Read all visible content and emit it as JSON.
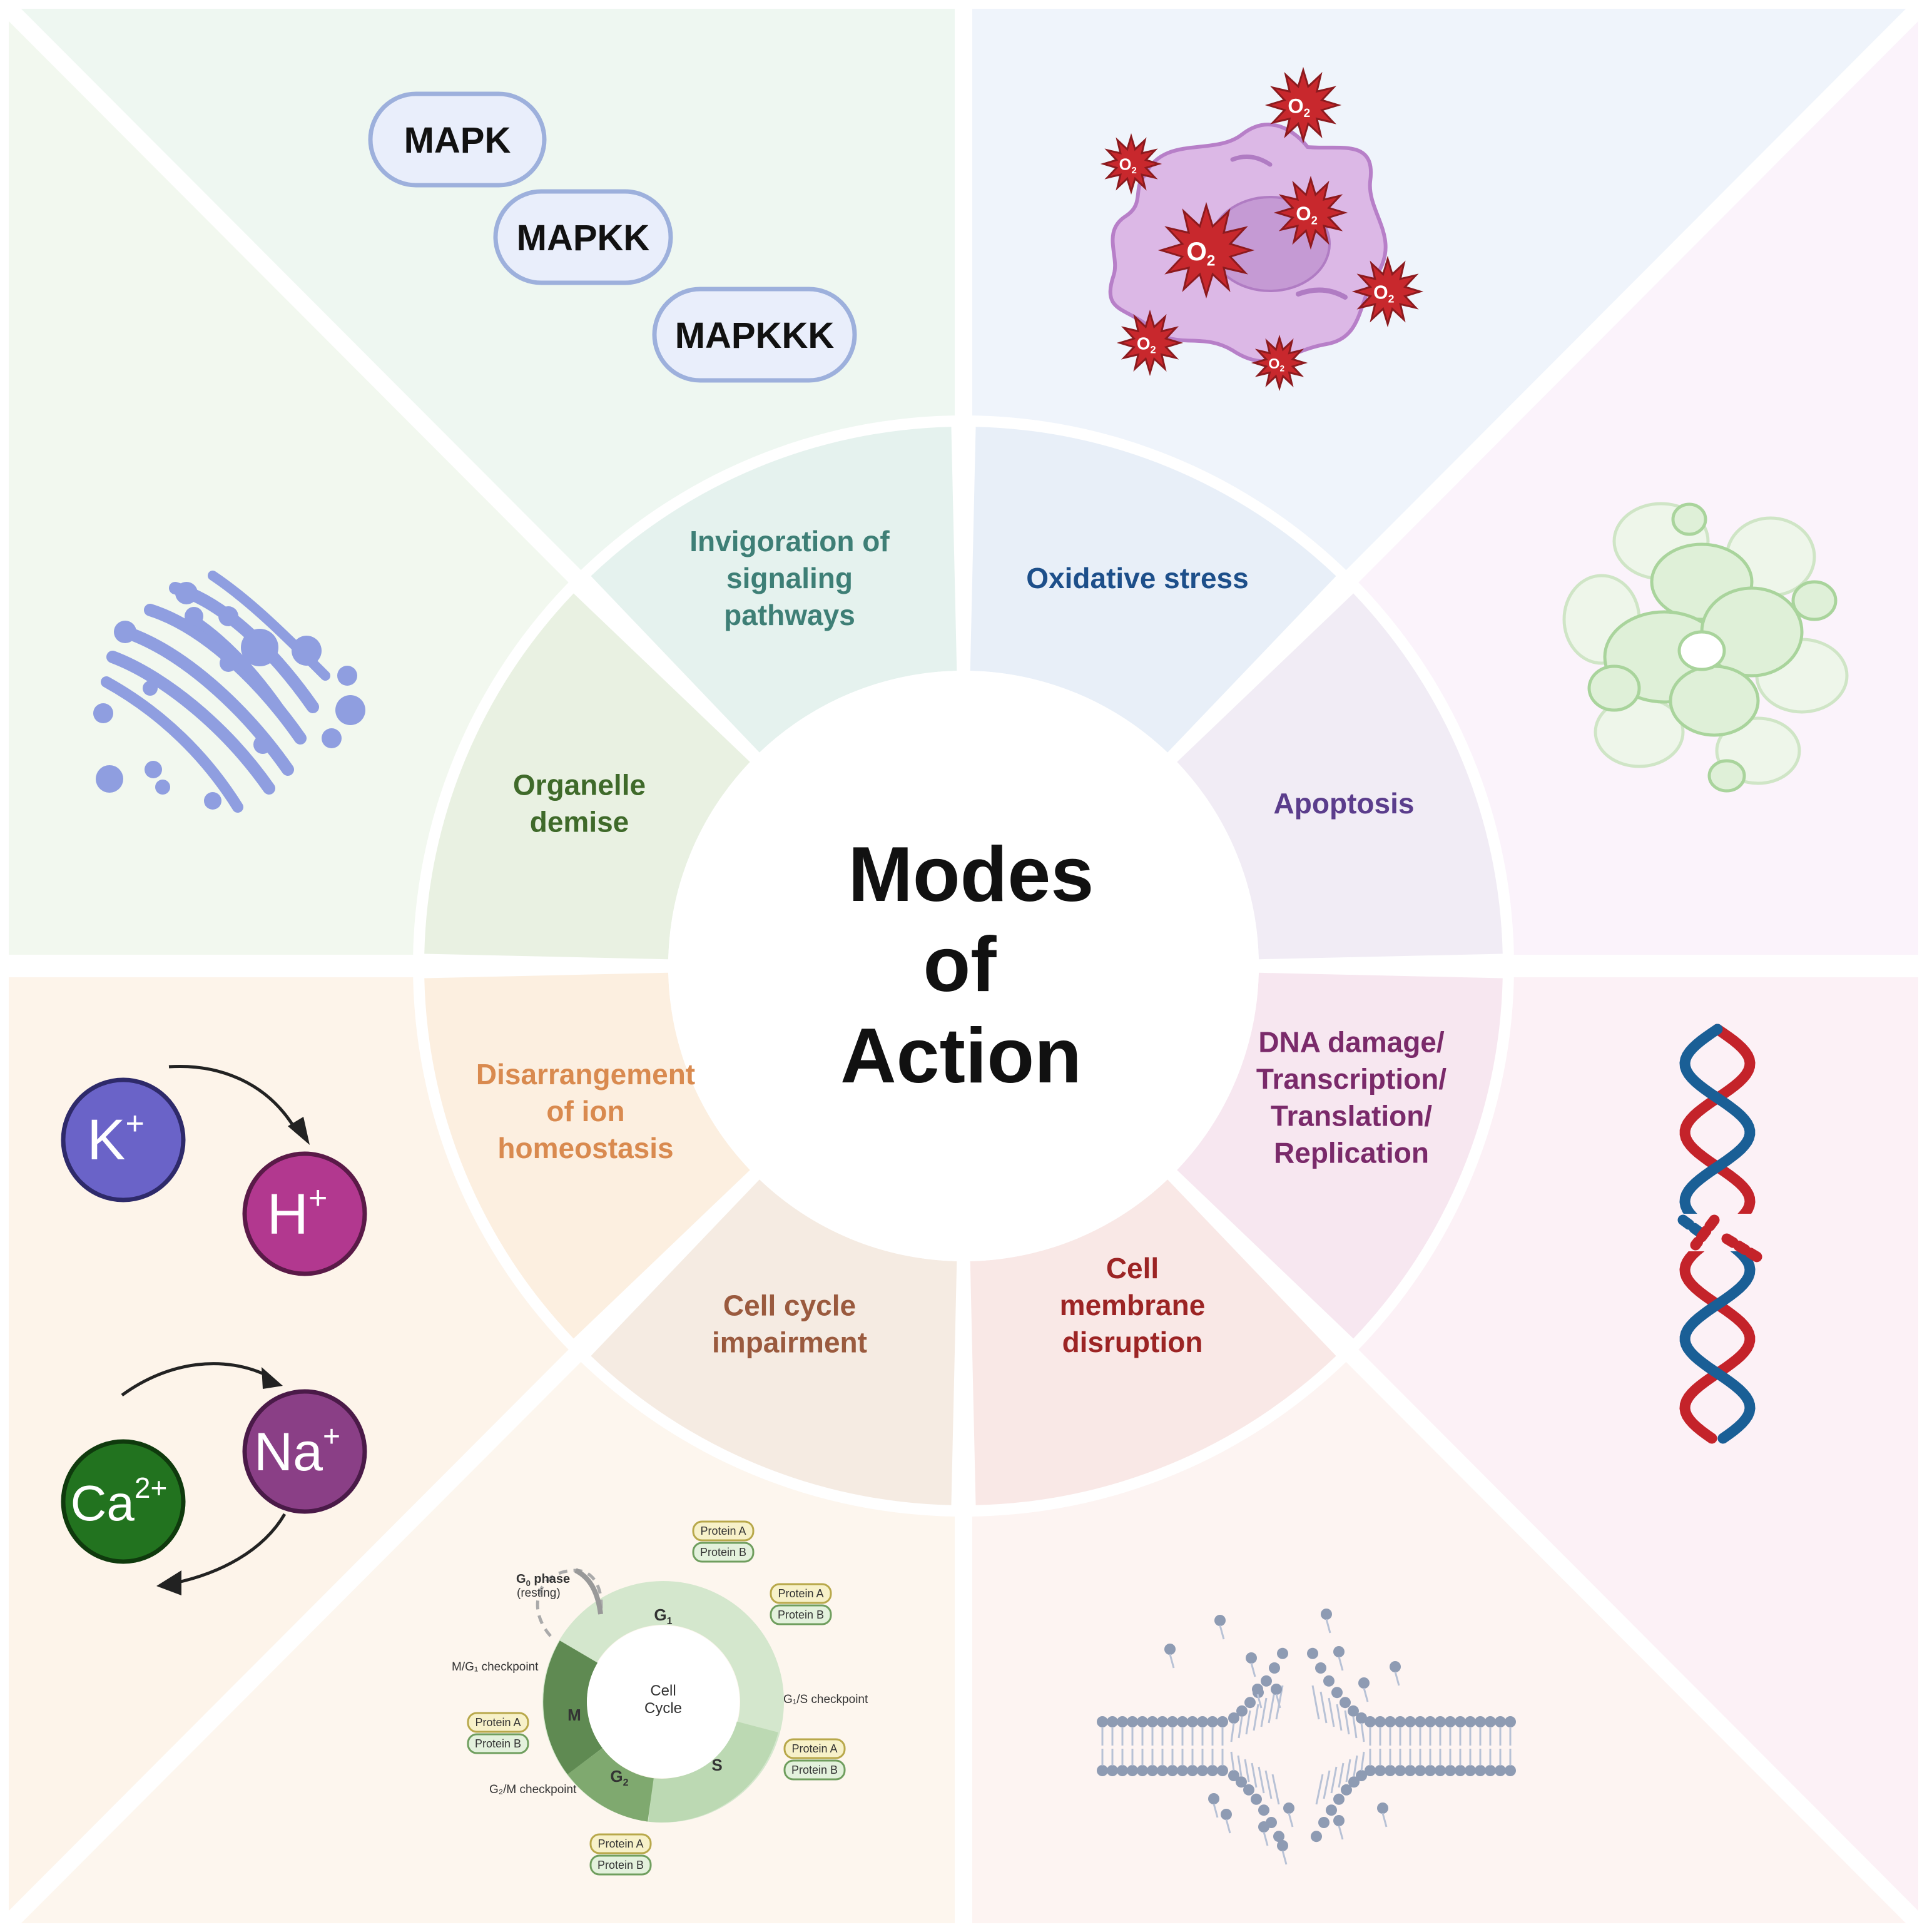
{
  "center": {
    "line1": "Modes",
    "line2": "of",
    "line3": "Action"
  },
  "segments": {
    "signaling": {
      "lines": [
        "Invigoration of",
        "signaling",
        "pathways"
      ],
      "color": "#3e7f76",
      "fill": "#e5f2ee"
    },
    "oxidative": {
      "lines": [
        "Oxidative stress"
      ],
      "color": "#1d4f8a",
      "fill": "#e8eff8"
    },
    "apoptosis": {
      "lines": [
        "Apoptosis"
      ],
      "color": "#5b3d8c",
      "fill": "#f1ecf5"
    },
    "dna": {
      "lines": [
        "DNA damage/",
        "Transcription/",
        "Translation/",
        "Replication"
      ],
      "color": "#7a2a6a",
      "fill": "#f7e7f0"
    },
    "membrane": {
      "lines": [
        "Cell",
        "membrane",
        "disruption"
      ],
      "color": "#9c2424",
      "fill": "#f9e8e6"
    },
    "cellcycle": {
      "lines": [
        "Cell cycle",
        "impairment"
      ],
      "color": "#9a5a3e",
      "fill": "#f5ebe2"
    },
    "ion": {
      "lines": [
        "Disarrangement",
        "of ion",
        "homeostasis"
      ],
      "color": "#d98a4f",
      "fill": "#fcefe0"
    },
    "organelle": {
      "lines": [
        "Organelle",
        "demise"
      ],
      "color": "#3f6a2a",
      "fill": "#e9f1e2"
    }
  },
  "kinases": {
    "k1": "MAPK",
    "k2": "MAPKK",
    "k3": "MAPKKK"
  },
  "ions": {
    "k": {
      "base": "K",
      "sup": "+",
      "color": "#6a63c8"
    },
    "h": {
      "base": "H",
      "sup": "+",
      "color": "#b2388f"
    },
    "na": {
      "base": "Na",
      "sup": "+",
      "color": "#8a3f86"
    },
    "ca": {
      "base": "Ca",
      "sup": "2+",
      "color": "#22731f"
    }
  },
  "ros": {
    "label": "O",
    "sub": "2"
  },
  "cell_cycle": {
    "center_line1": "Cell",
    "center_line2": "Cycle",
    "g1": "G",
    "g1_sub": "1",
    "s": "S",
    "g2": "G",
    "g2_sub": "2",
    "m": "M",
    "g0_title": "G",
    "g0_sub": "0",
    "g0_rest": " phase",
    "g0_note": "(resting)",
    "checkpoint_mg1": "M/G₁ checkpoint",
    "checkpoint_g1s": "G₁/S checkpoint",
    "checkpoint_g2m": "G₂/M checkpoint",
    "protein_a": "Protein A",
    "protein_b": "Protein B"
  }
}
